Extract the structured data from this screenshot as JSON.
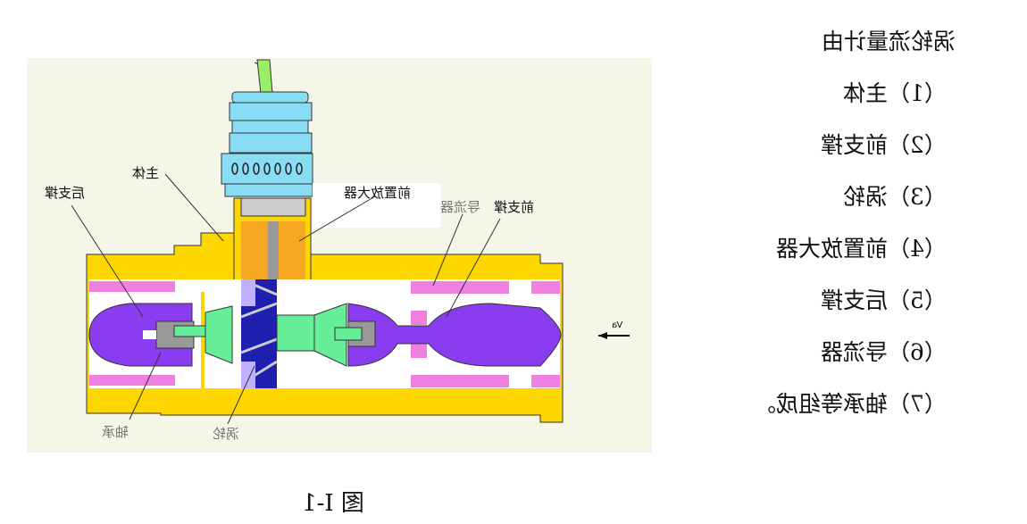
{
  "description": {
    "title": "涡轮流量计由",
    "items": [
      "（1）主体",
      "（2）前支撑",
      "（3）涡轮",
      "（4）前置放大器",
      "（5）后支撑",
      "（6）导流器",
      "（7）轴承等组成。"
    ]
  },
  "diagram": {
    "labels": {
      "body": "主体",
      "rear_support": "后支撑",
      "preamplifier": "前置放大器",
      "flow_guide": "导流器",
      "front_support": "前支撑",
      "bearing": "轴承",
      "turbine": "涡轮",
      "flow_symbol": "Va"
    }
  },
  "caption": "图 I-1",
  "colors": {
    "body": "#ffd700",
    "purple": "#8a3cf0",
    "green": "#66ee99",
    "cyan": "#88ddf5",
    "pink": "#f080e0"
  }
}
